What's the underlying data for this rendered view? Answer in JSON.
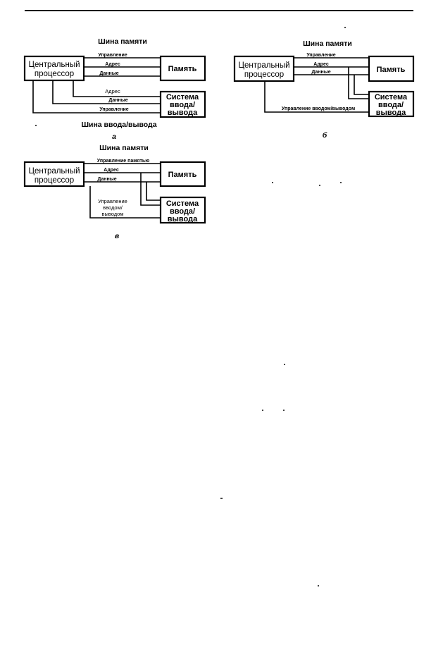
{
  "figure_a": {
    "caption": "а",
    "memory_bus_title": "Шина памяти",
    "io_bus_title": "Шина ввода/вывода",
    "cpu_line1": "Центральный",
    "cpu_line2": "процессор",
    "memory": "Память",
    "io_line1": "Система",
    "io_line2": "ввода/",
    "io_line3": "вывода",
    "mem_control": "Управление",
    "mem_address": "Адрес",
    "mem_data": "Данные",
    "io_address": "Адрес",
    "io_data": "Данные",
    "io_control": "Управление"
  },
  "figure_b": {
    "caption": "б",
    "memory_bus_title": "Шина памяти",
    "cpu_line1": "Центральный",
    "cpu_line2": "процессор",
    "memory": "Память",
    "io_line1": "Система",
    "io_line2": "ввода/",
    "io_line3": "вывода",
    "mem_control": "Управление",
    "mem_address": "Адрес",
    "mem_data": "Данные",
    "io_control": "Управление вводом/выводом"
  },
  "figure_c": {
    "caption": "в",
    "memory_bus_title": "Шина памяти",
    "cpu_line1": "Центральный",
    "cpu_line2": "процессор",
    "memory": "Память",
    "io_line1": "Система",
    "io_line2": "ввода/",
    "io_line3": "вывода",
    "mem_control": "Управление памятью",
    "mem_address": "Адрес",
    "mem_data": "Данные",
    "io_control_line1": "Управление",
    "io_control_line2": "вводом/",
    "io_control_line3": "выводом"
  }
}
